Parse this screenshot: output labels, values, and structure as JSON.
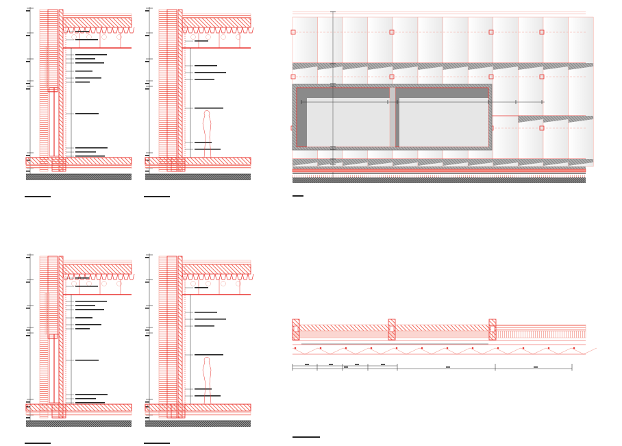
{
  "sheet": {
    "colors": {
      "line_red": "#e8322e",
      "light_red": "#f4a49a",
      "hatch_red": "#f26b5e",
      "frame_gray": "#8c8c8c",
      "glass_gray": "#e6e6e6",
      "ground_dark": "#555555",
      "annotation": "#222222"
    },
    "drawings": [
      {
        "kind": "section"
      },
      {
        "kind": "section"
      },
      {
        "kind": "elevation"
      },
      {
        "kind": "section"
      },
      {
        "kind": "section"
      },
      {
        "kind": "plan"
      }
    ]
  }
}
